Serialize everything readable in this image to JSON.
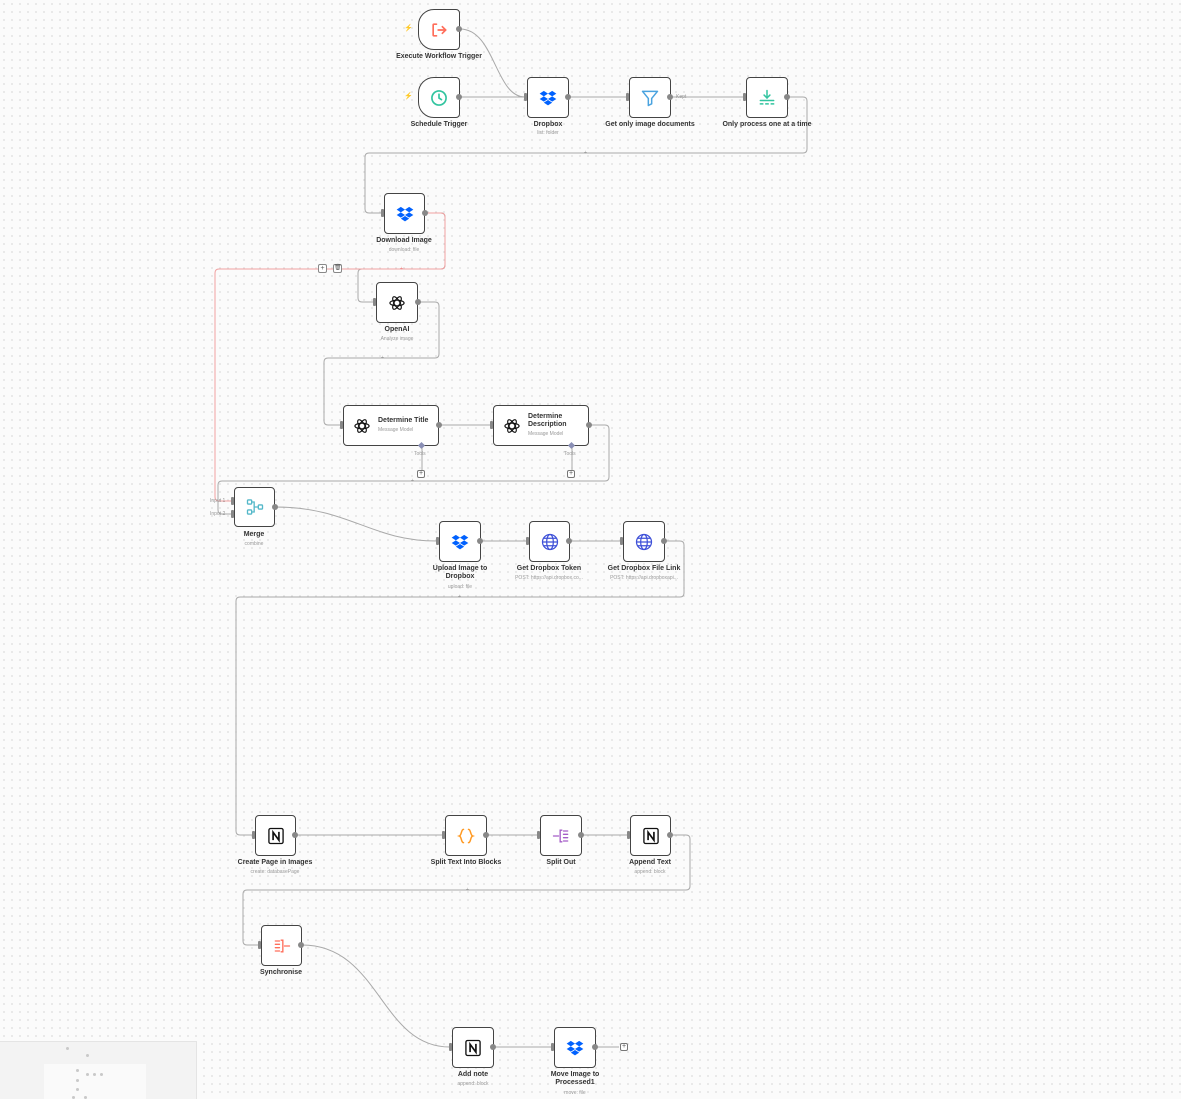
{
  "workflow": {
    "nodes": [
      {
        "id": "exec",
        "label": "Execute Workflow Trigger",
        "sub": "",
        "icon": "execute-workflow-trigger-icon",
        "color": "#ff6d5a"
      },
      {
        "id": "sched",
        "label": "Schedule Trigger",
        "sub": "",
        "icon": "schedule-clock-icon",
        "color": "#31c49f"
      },
      {
        "id": "dropbox",
        "label": "Dropbox",
        "sub": "list: folder",
        "icon": "dropbox-icon",
        "color": "#0061fe"
      },
      {
        "id": "filter",
        "label": "Get only image documents",
        "sub": "",
        "icon": "filter-funnel-icon",
        "color": "#4aa3df"
      },
      {
        "id": "batch",
        "label": "Only process one at a time",
        "sub": "",
        "icon": "split-in-batches-icon",
        "color": "#31c49f"
      },
      {
        "id": "download",
        "label": "Download Image",
        "sub": "download: file",
        "icon": "dropbox-icon",
        "color": "#0061fe"
      },
      {
        "id": "openai",
        "label": "OpenAI",
        "sub": "Analyze image",
        "icon": "openai-icon",
        "color": "#111111"
      },
      {
        "id": "title",
        "label": "Determine Title",
        "sub": "Message Model",
        "icon": "openai-icon",
        "color": "#111111"
      },
      {
        "id": "desc",
        "label": "Determine Description",
        "sub": "Message Model",
        "icon": "openai-icon",
        "color": "#111111"
      },
      {
        "id": "merge",
        "label": "Merge",
        "sub": "combine",
        "icon": "merge-icon",
        "color": "#54b8c9"
      },
      {
        "id": "upload",
        "label": "Upload Image to Dropbox",
        "sub": "upload: file",
        "icon": "dropbox-icon",
        "color": "#0061fe"
      },
      {
        "id": "token",
        "label": "Get Dropbox Token",
        "sub": "POST: https://api.dropbox.co...",
        "icon": "globe-icon",
        "color": "#3f51d8"
      },
      {
        "id": "link",
        "label": "Get Dropbox File Link",
        "sub": "POST: https://api.dropboxapi...",
        "icon": "globe-icon",
        "color": "#3f51d8"
      },
      {
        "id": "create",
        "label": "Create Page in Images",
        "sub": "create: databasePage",
        "icon": "notion-icon",
        "color": "#111111"
      },
      {
        "id": "splittext",
        "label": "Split Text Into Blocks",
        "sub": "",
        "icon": "code-braces-icon",
        "color": "#ff9922"
      },
      {
        "id": "splitout",
        "label": "Split Out",
        "sub": "",
        "icon": "split-out-icon",
        "color": "#a45cc7"
      },
      {
        "id": "append",
        "label": "Append Text",
        "sub": "append: block",
        "icon": "notion-icon",
        "color": "#111111"
      },
      {
        "id": "sync",
        "label": "Synchronise",
        "sub": "",
        "icon": "aggregate-icon",
        "color": "#ff6d5a"
      },
      {
        "id": "addnote",
        "label": "Add note",
        "sub": "append: block",
        "icon": "notion-icon",
        "color": "#111111"
      },
      {
        "id": "move",
        "label": "Move Image to Processed1",
        "sub": "move: file",
        "icon": "dropbox-icon",
        "color": "#0061fe"
      }
    ],
    "edge_labels": {
      "kept": "Kept"
    },
    "tools_label": "Tools",
    "merge_inputs": [
      "Input 1",
      "Input 2"
    ],
    "colors": {
      "wire": "#a9a9a9",
      "wire_active": "#f0a0a0",
      "node_border": "#444444",
      "trigger": "#ff6d5a"
    }
  }
}
